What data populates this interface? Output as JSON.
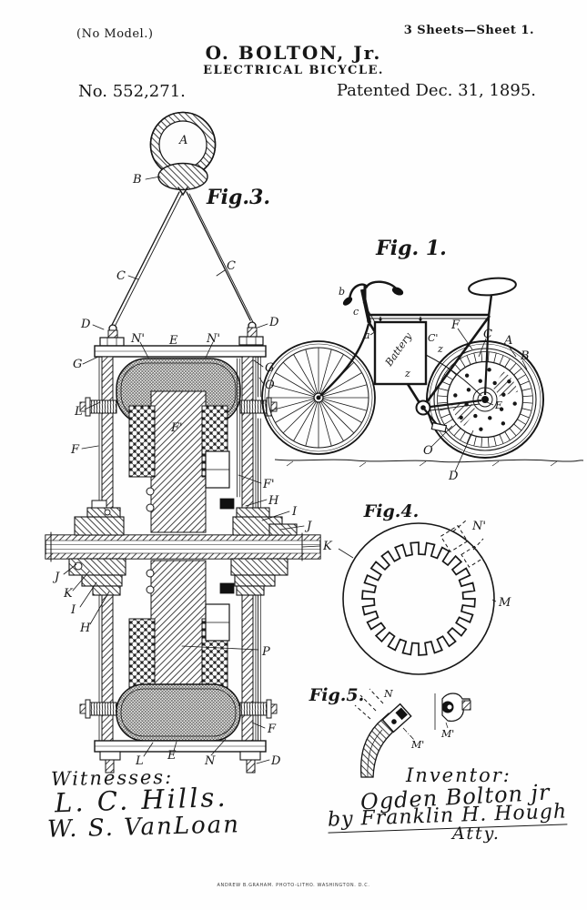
{
  "page": {
    "no_model": "(No Model.)",
    "sheet_info": "3 Sheets—Sheet 1.",
    "inventor_line": "O. BOLTON, Jr.",
    "title_line": "ELECTRICAL BICYCLE.",
    "patent_number": "No. 552,271.",
    "patent_date": "Patented Dec. 31, 1895.",
    "lithographer": "ANDREW B.GRAHAM. PHOTO-LITHO. WASHINGTON. D.C."
  },
  "fig3": {
    "caption": "Fig.3.",
    "labels": {
      "a": "A",
      "b": "B",
      "c_left": "C",
      "c_right": "C",
      "d_top_left": "D",
      "d_top_right": "D",
      "n_prime_left": "N'",
      "e_top": "E",
      "n_prime_right": "N'",
      "g_left": "G",
      "g_right": "G",
      "o_right": "O",
      "l_top": "L",
      "f_prime_center": "F'",
      "f_left": "F",
      "f_prime_right": "F'",
      "h_right": "H",
      "i_right": "I",
      "j_right": "J",
      "k_right": "K",
      "j_left": "J",
      "k_left": "K",
      "i_left": "I",
      "h_left": "H",
      "p_right": "P",
      "f_bottom_right": "F",
      "l_bottom": "L",
      "e_bottom": "E",
      "n_bottom": "N",
      "d_bottom_right": "D"
    }
  },
  "fig1": {
    "caption": "Fig. 1.",
    "battery_text": "Battery",
    "labels": {
      "b": "b",
      "c": "c",
      "a": "a",
      "z_box": "z",
      "c_prime": "C'",
      "z_wire": "z",
      "f": "F",
      "c_cap": "C",
      "a_cap": "A",
      "b_cap": "B",
      "e_hub": "E",
      "o": "O",
      "d": "D"
    }
  },
  "fig4": {
    "caption": "Fig.4.",
    "labels": {
      "n_prime": "N'",
      "m": "M"
    }
  },
  "fig5": {
    "caption": "Fig.5.",
    "labels": {
      "n": "N",
      "m_prime_1": "M'",
      "m_prime_2": "M'"
    }
  },
  "signatures": {
    "witnesses_heading": "Witnesses:",
    "witness_1": "L. C. Hills.",
    "witness_2": "W. S. VanLoan",
    "inventor_heading": "Inventor:",
    "inventor_name": "Ogden Bolton jr",
    "attorney_line": "by Franklin H. Hough",
    "attorney_title": "Atty."
  }
}
